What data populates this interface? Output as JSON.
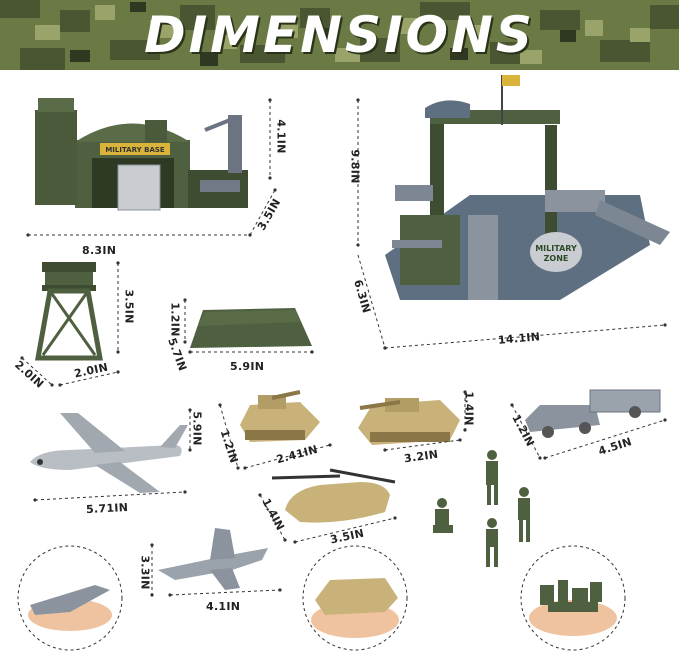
{
  "banner": {
    "title": "DIMENSIONS"
  },
  "colors": {
    "army_green": "#4f6040",
    "dark_green": "#3a4a2e",
    "gray_blue": "#5f6f82",
    "light_gray": "#b9bec4",
    "sand": "#c8b27a",
    "dim_line": "#333333"
  },
  "products": {
    "military_base": {
      "sign": "MILITARY BASE",
      "width": "8.3IN",
      "height": "4.1IN",
      "depth": "3.5IN"
    },
    "military_zone": {
      "sign_line1": "MILITARY",
      "sign_line2": "ZONE",
      "height": "9.8IN",
      "depth": "6.3IN",
      "width": "14.1IN"
    },
    "watch_tower": {
      "height": "3.5IN",
      "width": "2.0IN",
      "depth": "2.0IN"
    },
    "sandbag_wall": {
      "height": "1.2IN",
      "depth": "5.7IN",
      "width": "5.9IN"
    },
    "airplane": {
      "height": "5.9IN",
      "width": "5.71IN"
    },
    "tank": {
      "height": "1.2IN",
      "width": "2.41IN"
    },
    "battle_tank": {
      "height": "1.4IN",
      "width": "3.2IN"
    },
    "jeep_trailer": {
      "height": "1.2IN",
      "width": "4.5IN"
    },
    "helicopter": {
      "height": "1.4IN",
      "width": "3.5IN"
    },
    "fighter_jet": {
      "height": "3.3IN",
      "width": "4.1IN"
    }
  }
}
